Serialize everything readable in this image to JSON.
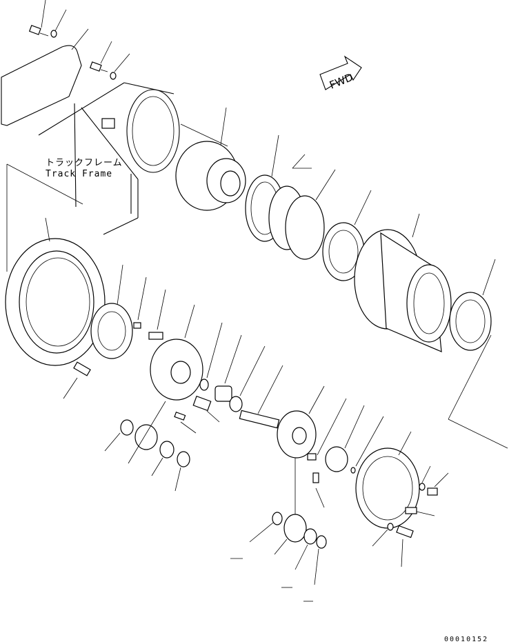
{
  "labels": {
    "track_frame_jp": "トラックフレーム",
    "track_frame_en": "Track Frame",
    "fwd": "FWD",
    "drawing_code": "00010152"
  },
  "colors": {
    "line": "#000000",
    "background": "#ffffff"
  },
  "icons": {
    "direction_arrow": "fwd-arrow-icon"
  }
}
